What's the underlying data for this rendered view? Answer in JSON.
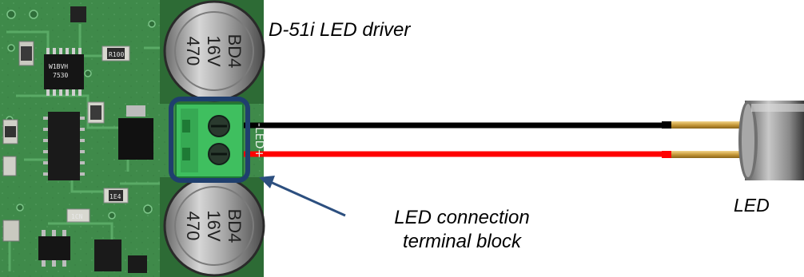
{
  "labels": {
    "board_title": "D-51i LED driver",
    "terminal_line1": "LED connection",
    "terminal_line2": "terminal block",
    "led": "LED"
  },
  "silkscreen": {
    "cap_top": [
      "BD4",
      "16V",
      "470"
    ],
    "cap_bottom": [
      "BD4",
      "16V",
      "470"
    ],
    "terminal_side": "-LED+",
    "chip1": [
      "W1BVH",
      "7530"
    ],
    "r_small1": "R100",
    "r_small2": "1E4",
    "r_small3": "1CN"
  },
  "colors": {
    "pcb_green": "#3f8a4a",
    "highlight_box": "#1f3f6e",
    "wire_black": "#000000",
    "wire_red": "#ff0000",
    "terminal_green": "#3fbf5f",
    "arrow": "#2c4f7f"
  }
}
